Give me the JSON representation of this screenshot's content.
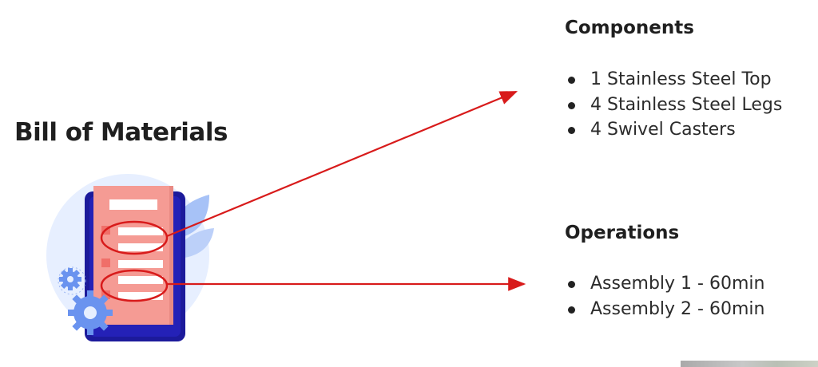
{
  "title": "Bill of Materials",
  "components": {
    "heading": "Components",
    "items": [
      "1 Stainless Steel Top",
      "4 Stainless Steel Legs",
      "4 Swivel Casters"
    ]
  },
  "operations": {
    "heading": "Operations",
    "items": [
      "Assembly 1 - 60min",
      "Assembly 2 - 60min"
    ]
  },
  "colors": {
    "arrow": "#d81b1b",
    "document": "#f59b94",
    "clipboard": "#1c1a9b",
    "gear": "#6a93ef",
    "leaf": "#a7c2f7",
    "backdrop": "#e7efff"
  },
  "icons": [
    "document-icon",
    "clipboard-icon",
    "gear-icon",
    "leaf-icon",
    "arrow-icon"
  ]
}
